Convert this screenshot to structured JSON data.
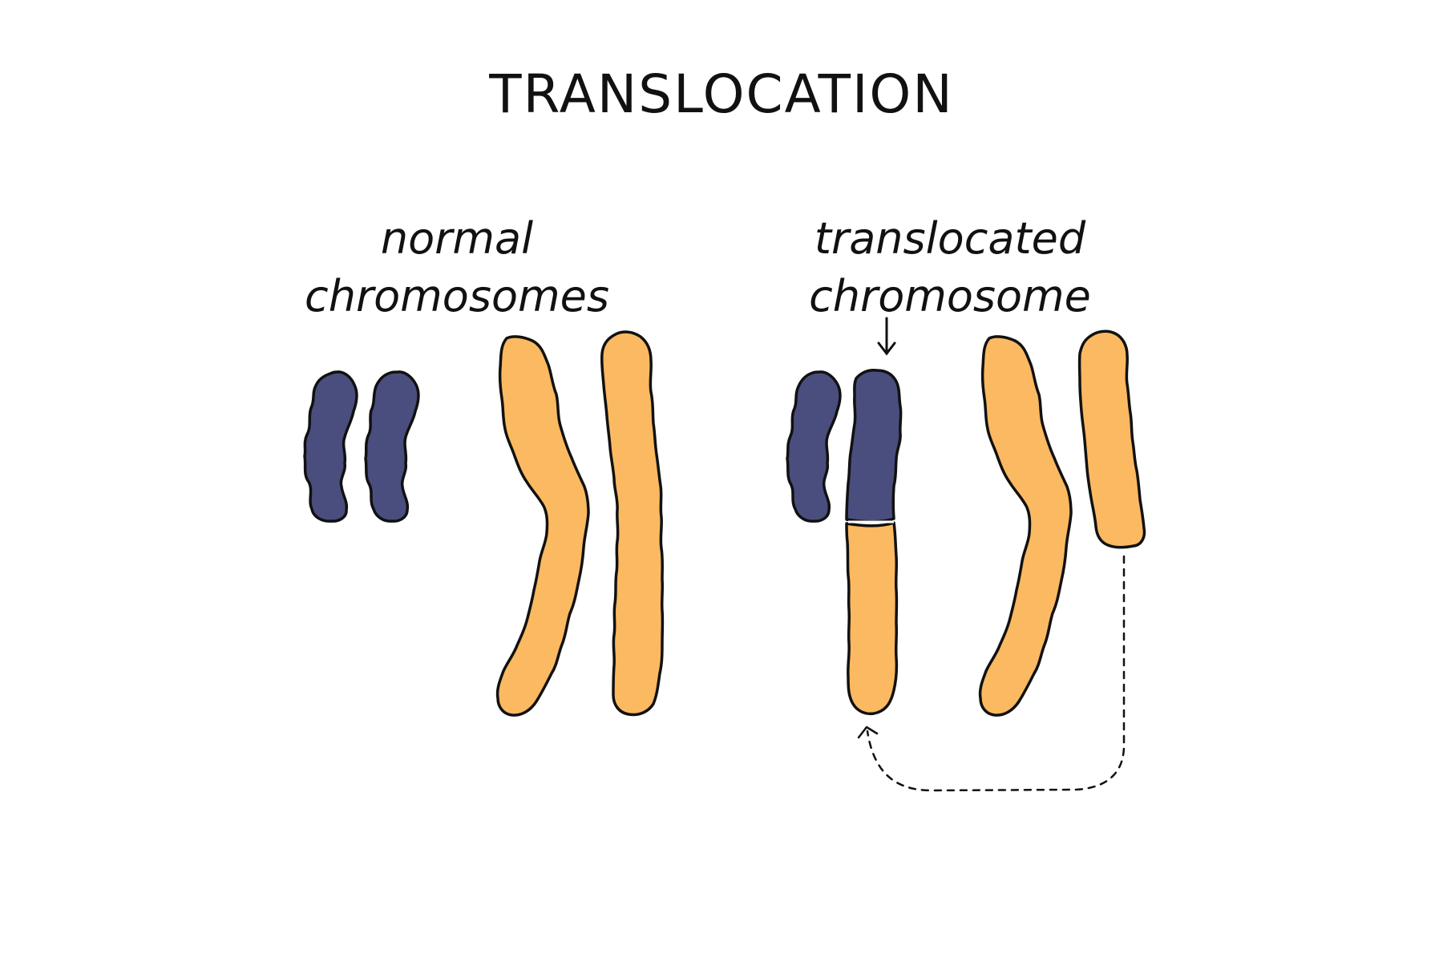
{
  "title": "TRANSLOCATION",
  "labels": {
    "normal_line1": "normal",
    "normal_line2": "chromosomes",
    "translocated_line1": "translocated",
    "translocated_line2": "chromosome"
  },
  "colors": {
    "background": "#ffffff",
    "dark_chromosome": "#4a4e7e",
    "light_chromosome": "#fbb961",
    "outline": "#111111"
  }
}
